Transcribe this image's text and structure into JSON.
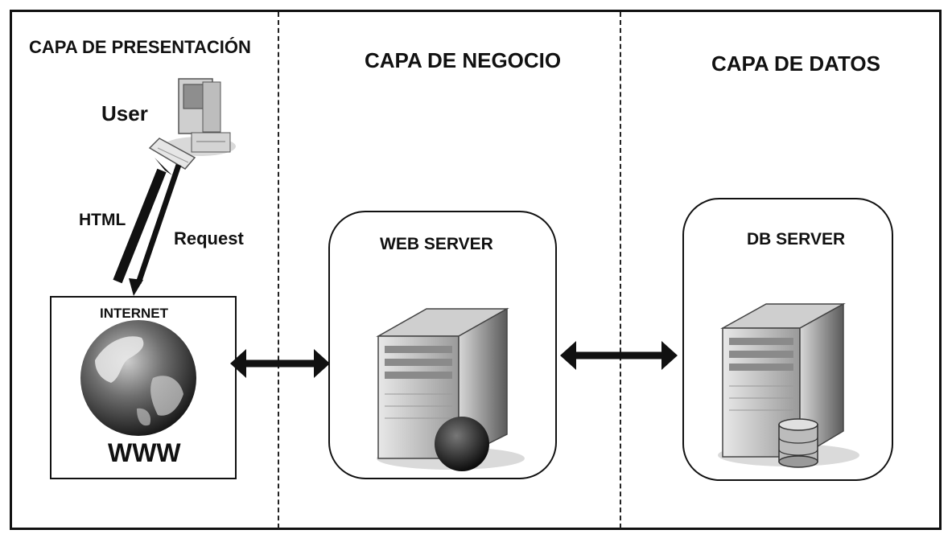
{
  "layers": {
    "presentation": "CAPA DE PRESENTACIÓN",
    "business": "CAPA DE NEGOCIO",
    "data": "CAPA DE DATOS"
  },
  "presentation": {
    "user_label": "User",
    "html_label": "HTML",
    "request_label": "Request",
    "internet_label": "INTERNET",
    "www_label": "WWW"
  },
  "business": {
    "web_server_label": "WEB SERVER"
  },
  "data_layer": {
    "db_server_label": "DB SERVER"
  },
  "icons": [
    "desktop-computer-icon",
    "globe-icon",
    "web-server-icon",
    "db-server-icon",
    "database-cylinder-icon"
  ]
}
